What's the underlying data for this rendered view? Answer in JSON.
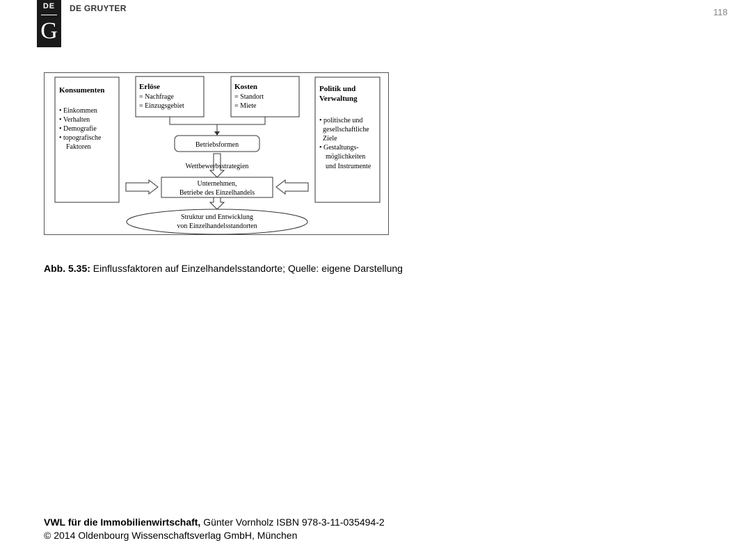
{
  "header": {
    "logo_top": "DE",
    "logo_bottom": "G",
    "brand": "DE GRUYTER",
    "page_number": "118"
  },
  "figure": {
    "konsumenten": {
      "title": "Konsumenten",
      "items": [
        "• Einkommen",
        "• Verhalten",
        "• Demografie",
        "• topografische",
        "Faktoren"
      ]
    },
    "erloese": {
      "title": "Erlöse",
      "lines": [
        "= Nachfrage",
        "= Einzugsgebiet"
      ]
    },
    "kosten": {
      "title": "Kosten",
      "lines": [
        "= Standort",
        "= Miete"
      ]
    },
    "politik": {
      "title_line1": "Politik und",
      "title_line2": "Verwaltung",
      "items": [
        "• politische und",
        "gesellschaftliche",
        "Ziele",
        "• Gestaltungs-",
        "möglichkeiten",
        "und Instrumente"
      ]
    },
    "betriebsformen": "Betriebsformen",
    "wettbewerb": "Wettbewerbsstrategien",
    "unternehmen_line1": "Unternehmen,",
    "unternehmen_line2": "Betriebe des Einzelhandels",
    "struktur_line1": "Struktur und Entwicklung",
    "struktur_line2": "von Einzelhandelsstandorten"
  },
  "caption": {
    "label": "Abb. 5.35:",
    "text": "Einflussfaktoren auf Einzelhandelsstandorte; Quelle: eigene Darstellung"
  },
  "footer": {
    "book_title": "VWL für die Immobilienwirtschaft,",
    "book_info": "Günter Vornholz ISBN 978-3-11-035494-2",
    "copyright": "© 2014 Oldenbourg Wissenschaftsverlag GmbH, München"
  }
}
